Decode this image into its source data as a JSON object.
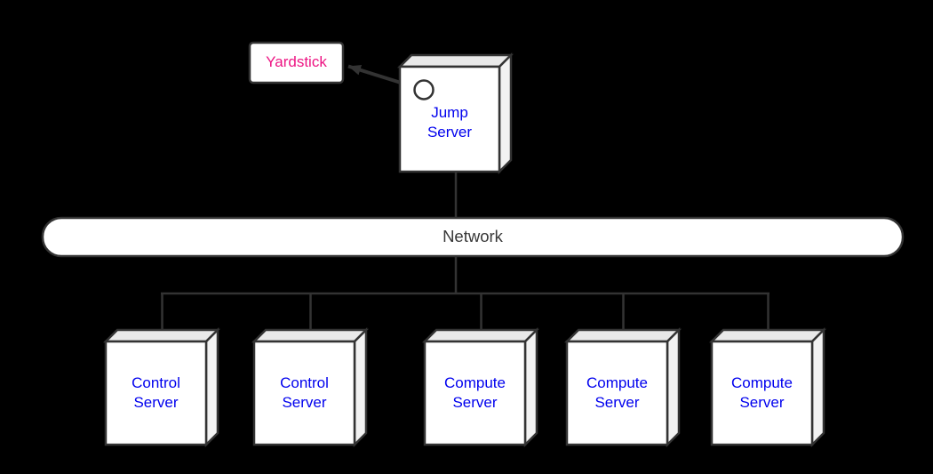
{
  "diagram": {
    "type": "deployment-topology",
    "colors": {
      "background": "#000000",
      "line": "#333333",
      "node_front_fill": "#ffffff",
      "node_top_fill": "#e9e9e9",
      "node_side_fill": "#f2f2f2",
      "server_label_text": "#0000ee",
      "yardstick_text": "#ed1583",
      "network_text": "#383838"
    },
    "nodes": {
      "yardstick": {
        "label": "Yardstick",
        "shape": "rounded-rectangle"
      },
      "jump_server": {
        "label": "Jump Server",
        "shape": "3d-box",
        "port": "circle-port"
      },
      "network": {
        "label": "Network",
        "shape": "pill-bus"
      },
      "servers": [
        {
          "label": "Control Server",
          "shape": "3d-box"
        },
        {
          "label": "Control Server",
          "shape": "3d-box"
        },
        {
          "label": "Compute Server",
          "shape": "3d-box"
        },
        {
          "label": "Compute Server",
          "shape": "3d-box"
        },
        {
          "label": "Compute Server",
          "shape": "3d-box"
        }
      ]
    },
    "edges": [
      {
        "from": "jump_server",
        "to": "yardstick",
        "style": "arrow"
      },
      {
        "from": "jump_server",
        "to": "network",
        "style": "line"
      },
      {
        "from": "network",
        "to": "servers.0",
        "style": "line"
      },
      {
        "from": "network",
        "to": "servers.1",
        "style": "line"
      },
      {
        "from": "network",
        "to": "servers.2",
        "style": "line"
      },
      {
        "from": "network",
        "to": "servers.3",
        "style": "line"
      },
      {
        "from": "network",
        "to": "servers.4",
        "style": "line"
      }
    ]
  }
}
